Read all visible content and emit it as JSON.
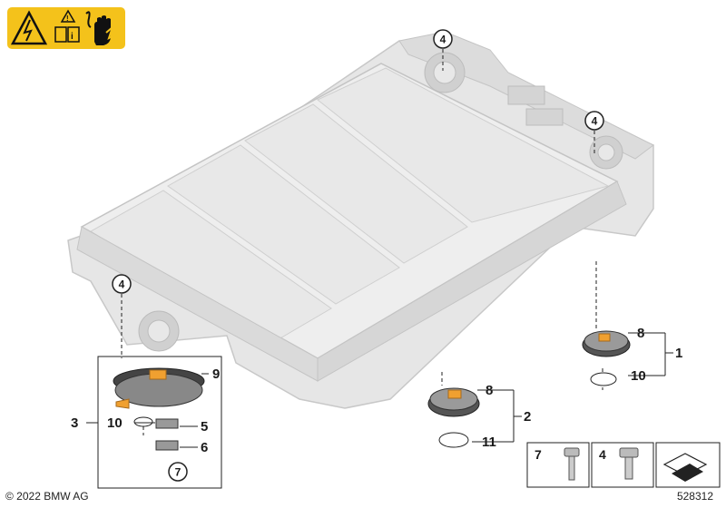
{
  "callouts": {
    "c1": "1",
    "c2": "2",
    "c3": "3",
    "c4a": "4",
    "c4b": "4",
    "c4c": "4",
    "c5": "5",
    "c6": "6",
    "c7": "7",
    "c8a": "8",
    "c8b": "8",
    "c9": "9",
    "c10a": "10",
    "c10b": "10",
    "c11": "11"
  },
  "legend": {
    "item_7": "7",
    "item_4": "4"
  },
  "footer": {
    "copyright": "© 2022 BMW AG",
    "drawing_number": "528312"
  },
  "colors": {
    "warning_yellow": "#f4c21b",
    "housing_gray": "#e2e2e2",
    "connector_orange": "#f0a030"
  },
  "icons": [
    "high-voltage-warning-icon",
    "read-manual-icon",
    "no-touch-hand-icon",
    "navigation-arrow-icon"
  ]
}
